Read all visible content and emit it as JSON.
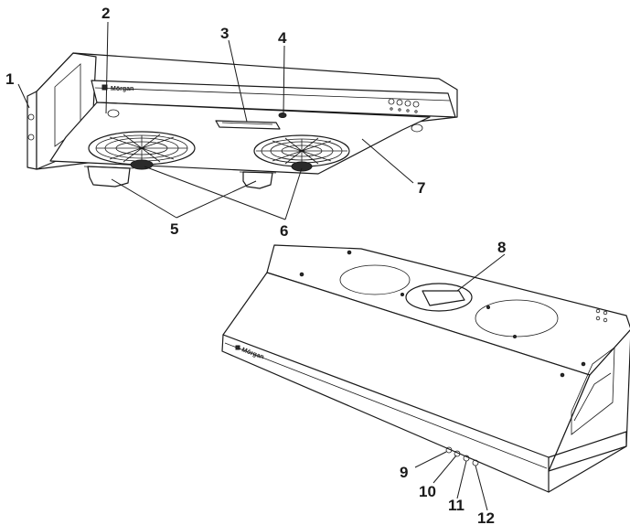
{
  "brand": {
    "top_unit": "Mörgan",
    "bottom_unit": "Mörgan"
  },
  "callouts": [
    "1",
    "2",
    "3",
    "4",
    "5",
    "6",
    "7",
    "8",
    "9",
    "10",
    "11",
    "12"
  ],
  "colors": {
    "line": "#1a1a1a",
    "fill": "#ffffff"
  }
}
